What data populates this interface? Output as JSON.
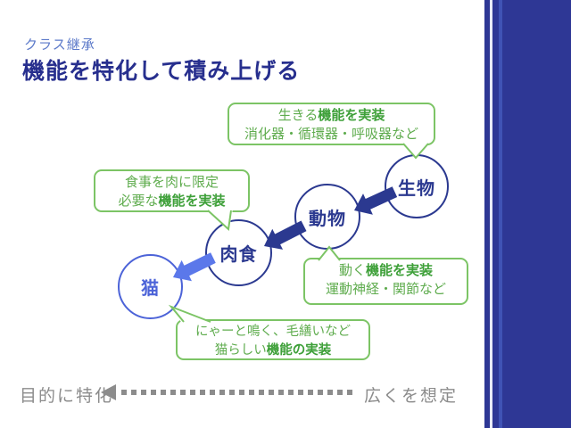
{
  "header": {
    "eyebrow": "クラス継承",
    "title": "機能を特化して積み上げる"
  },
  "diagram": {
    "nodes": [
      {
        "id": "seibutsu",
        "label": "生物"
      },
      {
        "id": "doubutsu",
        "label": "動物"
      },
      {
        "id": "nikushoku",
        "label": "肉食"
      },
      {
        "id": "neko",
        "label": "猫"
      }
    ],
    "callouts": [
      {
        "id": "seibutsu",
        "line1_normal": "生きる",
        "line1_bold": "機能を実装",
        "line2_normal": "消化器・循環器・呼吸器など",
        "line2_bold": ""
      },
      {
        "id": "nikushoku",
        "line1_normal": "食事を肉に限定",
        "line1_bold": "",
        "line2_normal": "必要な",
        "line2_bold": "機能を実装"
      },
      {
        "id": "doubutsu",
        "line1_normal": "動く",
        "line1_bold": "機能を実装",
        "line2_normal": "運動神経・関節など",
        "line2_bold": ""
      },
      {
        "id": "neko",
        "line1_normal": "にゃーと鳴く、毛繕いなど",
        "line1_bold": "",
        "line2_normal": "猫らしい",
        "line2_bold": "機能の実装"
      }
    ],
    "arrows": [
      {
        "from": "生物",
        "to": "動物",
        "color": "#2b3990"
      },
      {
        "from": "動物",
        "to": "肉食",
        "color": "#2b3990"
      },
      {
        "from": "肉食",
        "to": "猫",
        "color": "#5b78ea"
      }
    ]
  },
  "axis": {
    "left_label": "目的に特化",
    "right_label": "広くを想定"
  },
  "colors": {
    "navy": "#2b3990",
    "light_arrow_blue": "#5b78ea",
    "cat_blue": "#4c63d8",
    "green_text": "#5fac4e",
    "green_bold": "#3ea039",
    "green_border": "#7cc465",
    "gray": "#8c8c8c",
    "bar_dark_blue": "#2e3795",
    "bar_mid_blue": "#4053b5",
    "eyebrow_blue": "#5b79c9",
    "title_navy": "#272f8e"
  }
}
